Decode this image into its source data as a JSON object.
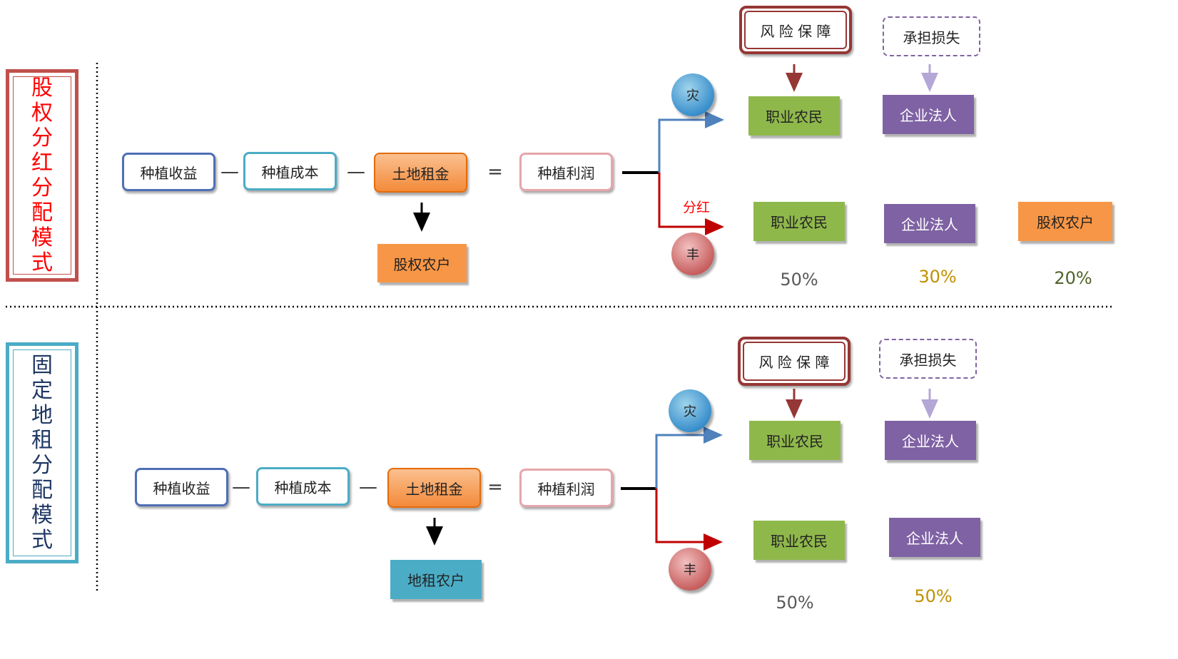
{
  "colors": {
    "green": "#8fb84b",
    "purple": "#7f62a4",
    "orange": "#f79646",
    "teal": "#4bacc6",
    "blue_arrow": "#4f81bd",
    "red_arrow": "#c00000",
    "dark_red": "#953735",
    "title1": "#ff0000",
    "title2": "#1f3864",
    "pct_grey": "#595959",
    "pct_gold": "#c09000",
    "pct_green": "#4f6228"
  },
  "panel1": {
    "title_chars": [
      "股",
      "权",
      "分",
      "红",
      "分",
      "配",
      "模",
      "式"
    ],
    "formula": {
      "revenue": "种植收益",
      "minus1": "—",
      "cost": "种植成本",
      "minus2": "—",
      "rent": "土地租金",
      "equals": "=",
      "profit": "种植利润"
    },
    "rent_recipient": "股权农户",
    "disaster": "灾",
    "harvest": "丰",
    "dividend_label": "分红",
    "risk": "风 险 保 障",
    "bear_loss": "承担损失",
    "disaster_farmer": "职业农民",
    "disaster_enterprise": "企业法人",
    "harvest_farmer": "职业农民",
    "harvest_enterprise": "企业法人",
    "harvest_shareholder": "股权农户",
    "pct_farmer": "50%",
    "pct_enterprise": "30%",
    "pct_shareholder": "20%"
  },
  "panel2": {
    "title_chars": [
      "固",
      "定",
      "地",
      "租",
      "分",
      "配",
      "模",
      "式"
    ],
    "formula": {
      "revenue": "种植收益",
      "minus1": "—",
      "cost": "种植成本",
      "minus2": "—",
      "rent": "土地租金",
      "equals": "=",
      "profit": "种植利润"
    },
    "rent_recipient": "地租农户",
    "disaster": "灾",
    "harvest": "丰",
    "risk": "风 险 保 障",
    "bear_loss": "承担损失",
    "disaster_farmer": "职业农民",
    "disaster_enterprise": "企业法人",
    "harvest_farmer": "职业农民",
    "harvest_enterprise": "企业法人",
    "pct_farmer": "50%",
    "pct_enterprise": "50%"
  }
}
